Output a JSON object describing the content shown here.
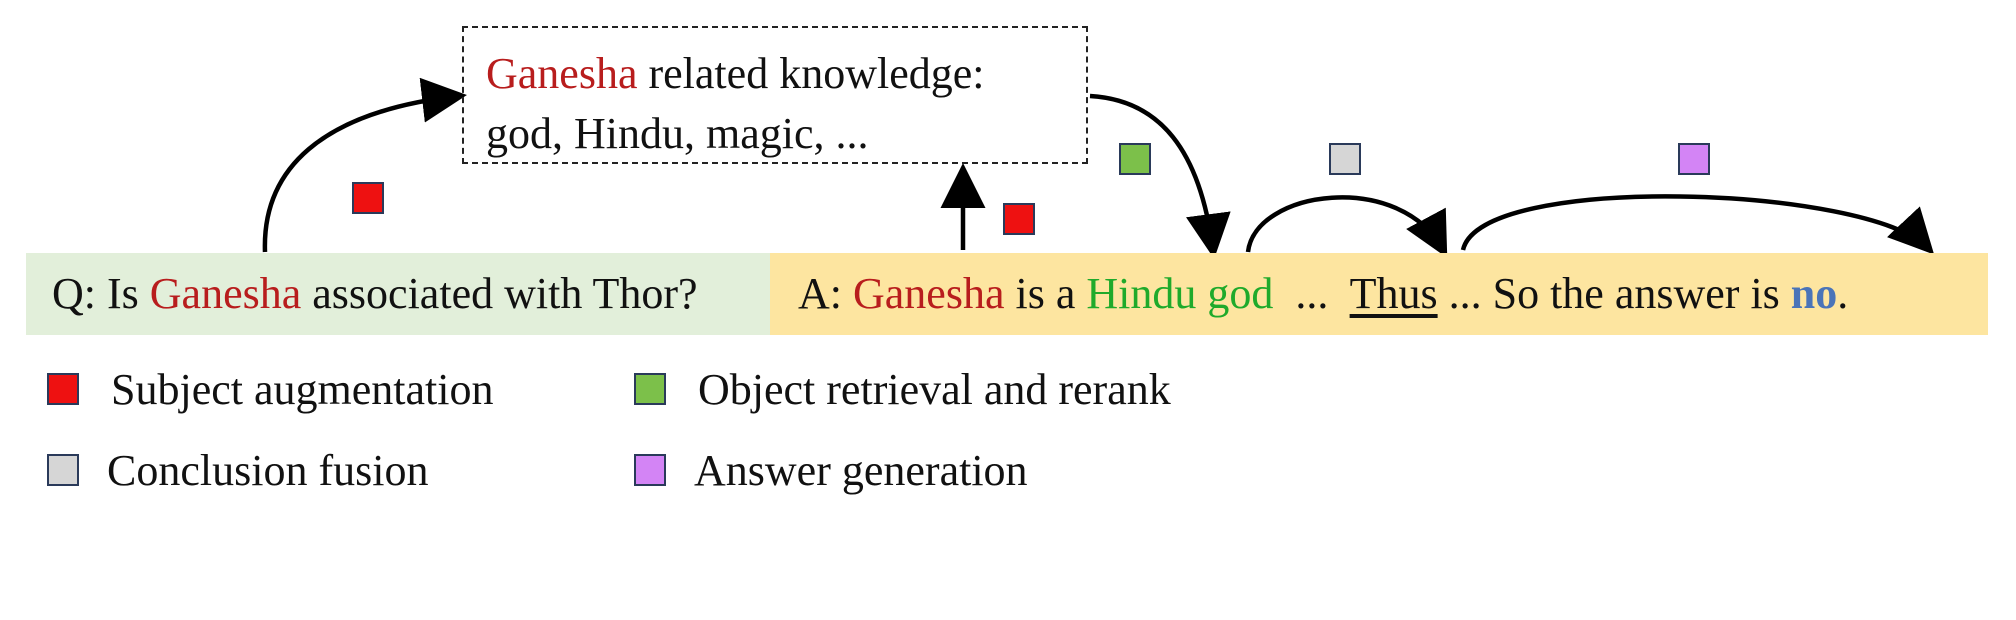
{
  "knowledge": {
    "subject": "Ganesha",
    "title_rest": " related knowledge:",
    "items": "god, Hindu, magic, ..."
  },
  "question": {
    "prefix": "Q: Is ",
    "subject": "Ganesha",
    "rest": " associated with Thor?"
  },
  "answer": {
    "prefix": "A: ",
    "subject": "Ganesha",
    "mid": " is a ",
    "object": "Hindu god",
    "ellipsis1": "  ...  ",
    "thus": "Thus",
    "middle": " ... So the answer is ",
    "final": "no",
    "period": "."
  },
  "legend": [
    {
      "label": "Subject augmentation",
      "color": "#ee1111"
    },
    {
      "label": "Object retrieval and rerank",
      "color": "#7cc04a"
    },
    {
      "label": "Conclusion fusion",
      "color": "#d6d6d6"
    },
    {
      "label": "Answer generation",
      "color": "#d384f5"
    }
  ],
  "colors": {
    "subject_text": "#b81d1d",
    "object_text": "#1faa2b",
    "answer_text": "#4a74b8",
    "question_band": "#e2efda",
    "answer_band": "#fde5a0"
  }
}
